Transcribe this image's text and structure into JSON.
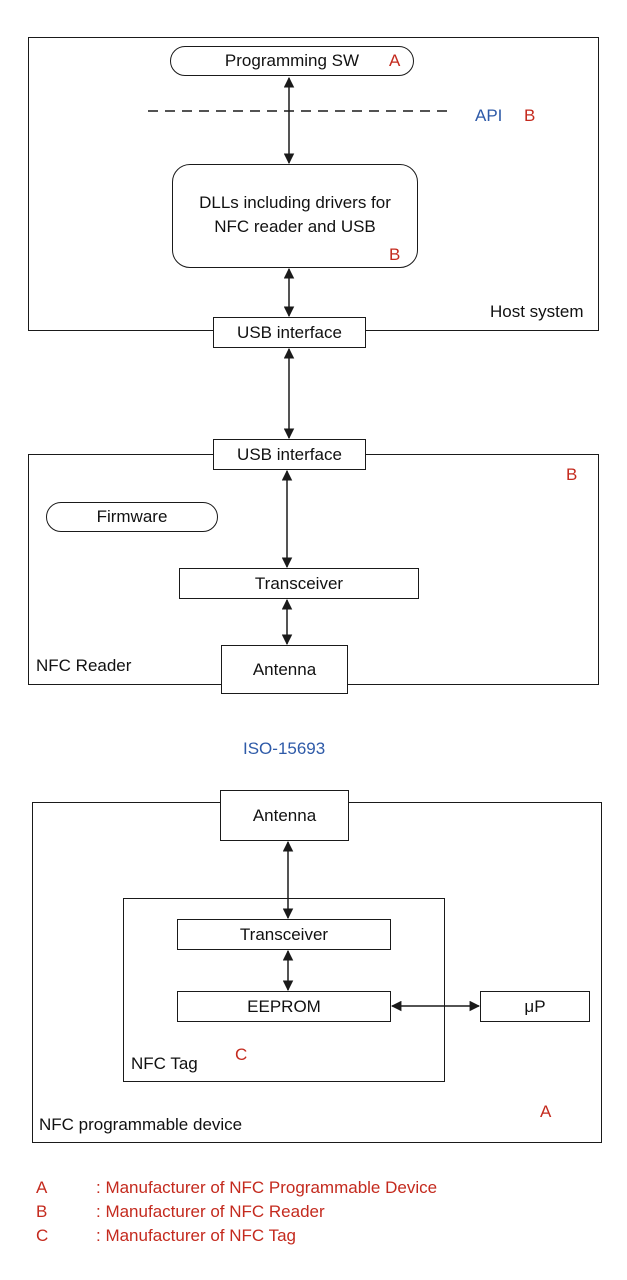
{
  "host": {
    "programming_sw": "Programming SW",
    "programming_sw_tag": "A",
    "api_label": "API",
    "api_tag": "B",
    "dll_line1": "DLLs including drivers for",
    "dll_line2": "NFC reader and USB",
    "dll_tag": "B",
    "usb": "USB interface",
    "title": "Host system"
  },
  "reader": {
    "usb": "USB interface",
    "tag": "B",
    "firmware": "Firmware",
    "transceiver": "Transceiver",
    "antenna": "Antenna",
    "title": "NFC Reader"
  },
  "protocol": "ISO-15693",
  "device": {
    "antenna": "Antenna",
    "nfc_tag": {
      "transceiver": "Transceiver",
      "eeprom": "EEPROM",
      "title": "NFC Tag",
      "tag": "C"
    },
    "up": "μP",
    "title": "NFC programmable device",
    "tag": "A"
  },
  "legend": [
    {
      "key": "A",
      "text": ": Manufacturer of NFC Programmable Device"
    },
    {
      "key": "B",
      "text": ": Manufacturer of NFC Reader"
    },
    {
      "key": "C",
      "text": ": Manufacturer of NFC Tag"
    }
  ],
  "colors": {
    "tag_red": "#c42a1e",
    "api_blue": "#2e5aa8",
    "line": "#1a1a1a"
  }
}
